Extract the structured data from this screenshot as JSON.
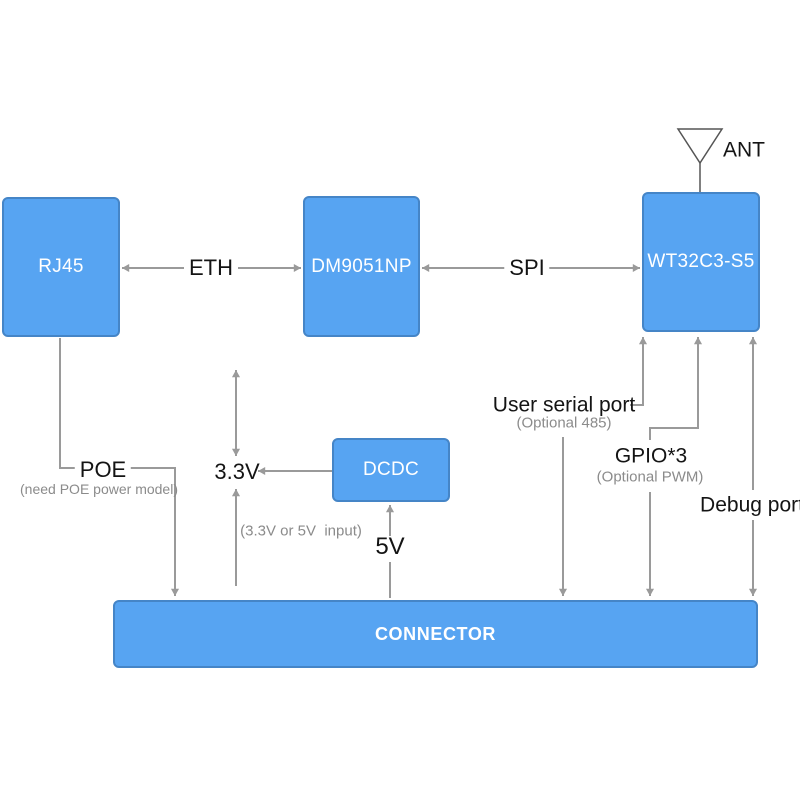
{
  "diagram": {
    "blocks": {
      "rj45": "RJ45",
      "dm9051": "DM9051NP",
      "wt32": "WT32C3-S5",
      "dcdc": "DCDC",
      "connector": "CONNECTOR"
    },
    "bus_labels": {
      "eth": "ETH",
      "spi": "SPI"
    },
    "power": {
      "poe": "POE",
      "poe_note": "(need POE power model)",
      "v33": "3.3V",
      "v5": "5V",
      "dcdc_note": "(3.3V or 5V  input)"
    },
    "ports": {
      "user_serial": "User serial port",
      "user_serial_note": "(Optional 485)",
      "gpio": "GPIO*3",
      "gpio_note": "(Optional PWM)",
      "debug": "Debug port"
    },
    "antenna": {
      "label": "ANT"
    },
    "colors": {
      "block_fill": "#57a4f2",
      "block_border": "#4585c7",
      "wire": "#9a9a9a",
      "text": "#141414",
      "note_text": "#8b8b8b"
    }
  }
}
